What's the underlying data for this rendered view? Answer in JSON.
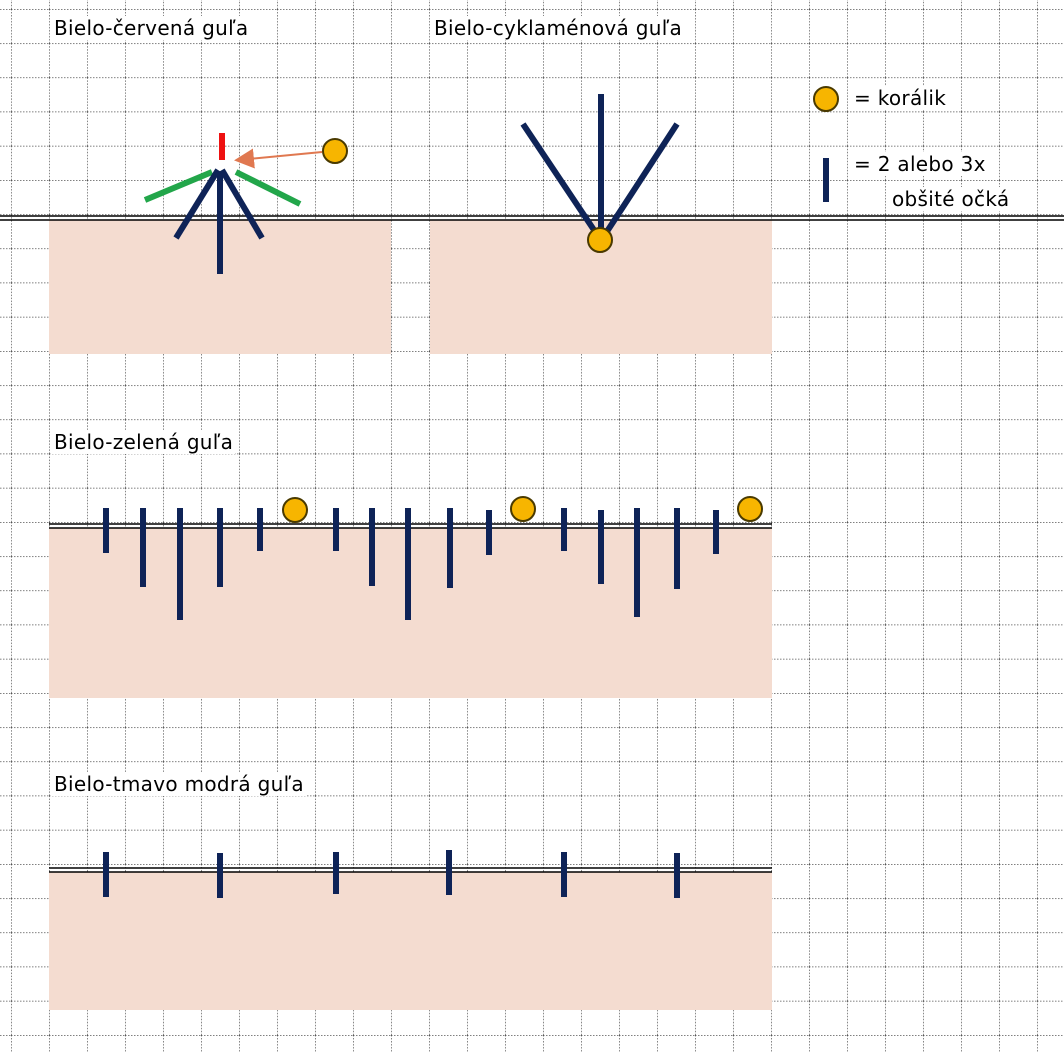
{
  "titles": {
    "red": "Bielo-červená guľa",
    "cyclamen": "Bielo-cyklaménová guľa",
    "green": "Bielo-zelená guľa",
    "darkblue": "Bielo-tmavo modrá guľa"
  },
  "legend": {
    "bead": "= korálik",
    "stitch_line1": "= 2 alebo 3x",
    "stitch_line2": "obšité očká"
  },
  "colors": {
    "grid": "#000000",
    "fill": "#f4dcd0",
    "stitch": "#0e2357",
    "bead_fill": "#f7b500",
    "bead_stroke": "#4a3a00",
    "red": "#ee1111",
    "green": "#22a64a",
    "arrow": "#e07850"
  }
}
